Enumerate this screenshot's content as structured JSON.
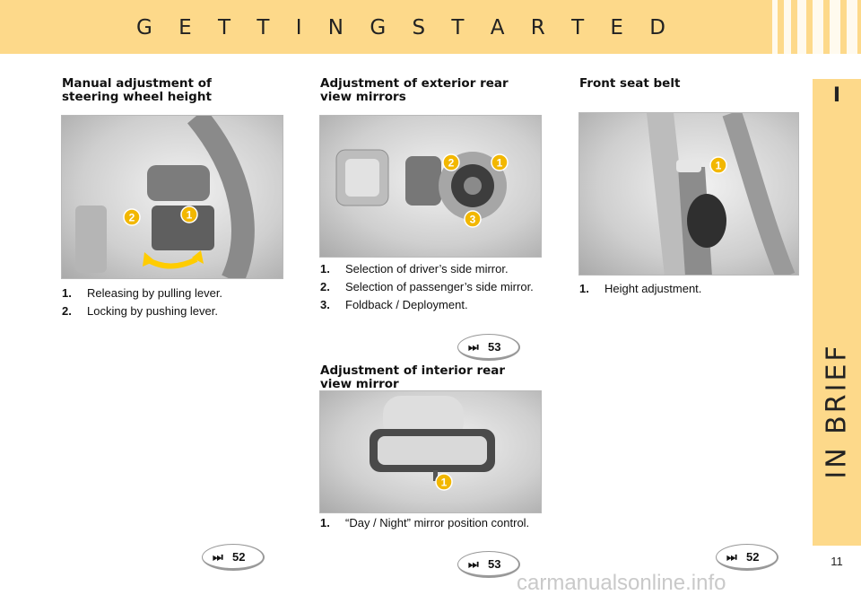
{
  "header": {
    "title": "G E T T I N G   S T A R T E D"
  },
  "side_tab": {
    "roman": "I",
    "label": "IN BRIEF"
  },
  "page_number": "11",
  "sections": {
    "steering": {
      "title_line1": "Manual adjustment of",
      "title_line2": "steering wheel height",
      "items": [
        {
          "num": "1.",
          "text": "Releasing by pulling lever."
        },
        {
          "num": "2.",
          "text": "Locking by pushing lever."
        }
      ],
      "callouts": [
        "1",
        "2"
      ],
      "ref_page": "52"
    },
    "exterior_mirror": {
      "title_line1": "Adjustment of exterior rear",
      "title_line2": "view mirrors",
      "items": [
        {
          "num": "1.",
          "text": "Selection of driver’s side mirror."
        },
        {
          "num": "2.",
          "text": "Selection of passenger’s side mirror."
        },
        {
          "num": "3.",
          "text": "Foldback / Deployment."
        }
      ],
      "callouts": [
        "1",
        "2",
        "3"
      ],
      "ref_page": "53"
    },
    "interior_mirror": {
      "title_line1": "Adjustment of interior rear",
      "title_line2": "view mirror",
      "items": [
        {
          "num": "1.",
          "text": "“Day / Night” mirror position control."
        }
      ],
      "callouts": [
        "1"
      ],
      "ref_page": "53"
    },
    "seat_belt": {
      "title_line1": "Front seat belt",
      "items": [
        {
          "num": "1.",
          "text": "Height adjustment."
        }
      ],
      "callouts": [
        "1"
      ],
      "ref_page": "52"
    }
  },
  "ref_arrows": "⏭",
  "watermark": "carmanualsonline.info",
  "colors": {
    "band": "#fdd98a",
    "callout": "#f2b700",
    "arrow": "#ffcc00"
  }
}
